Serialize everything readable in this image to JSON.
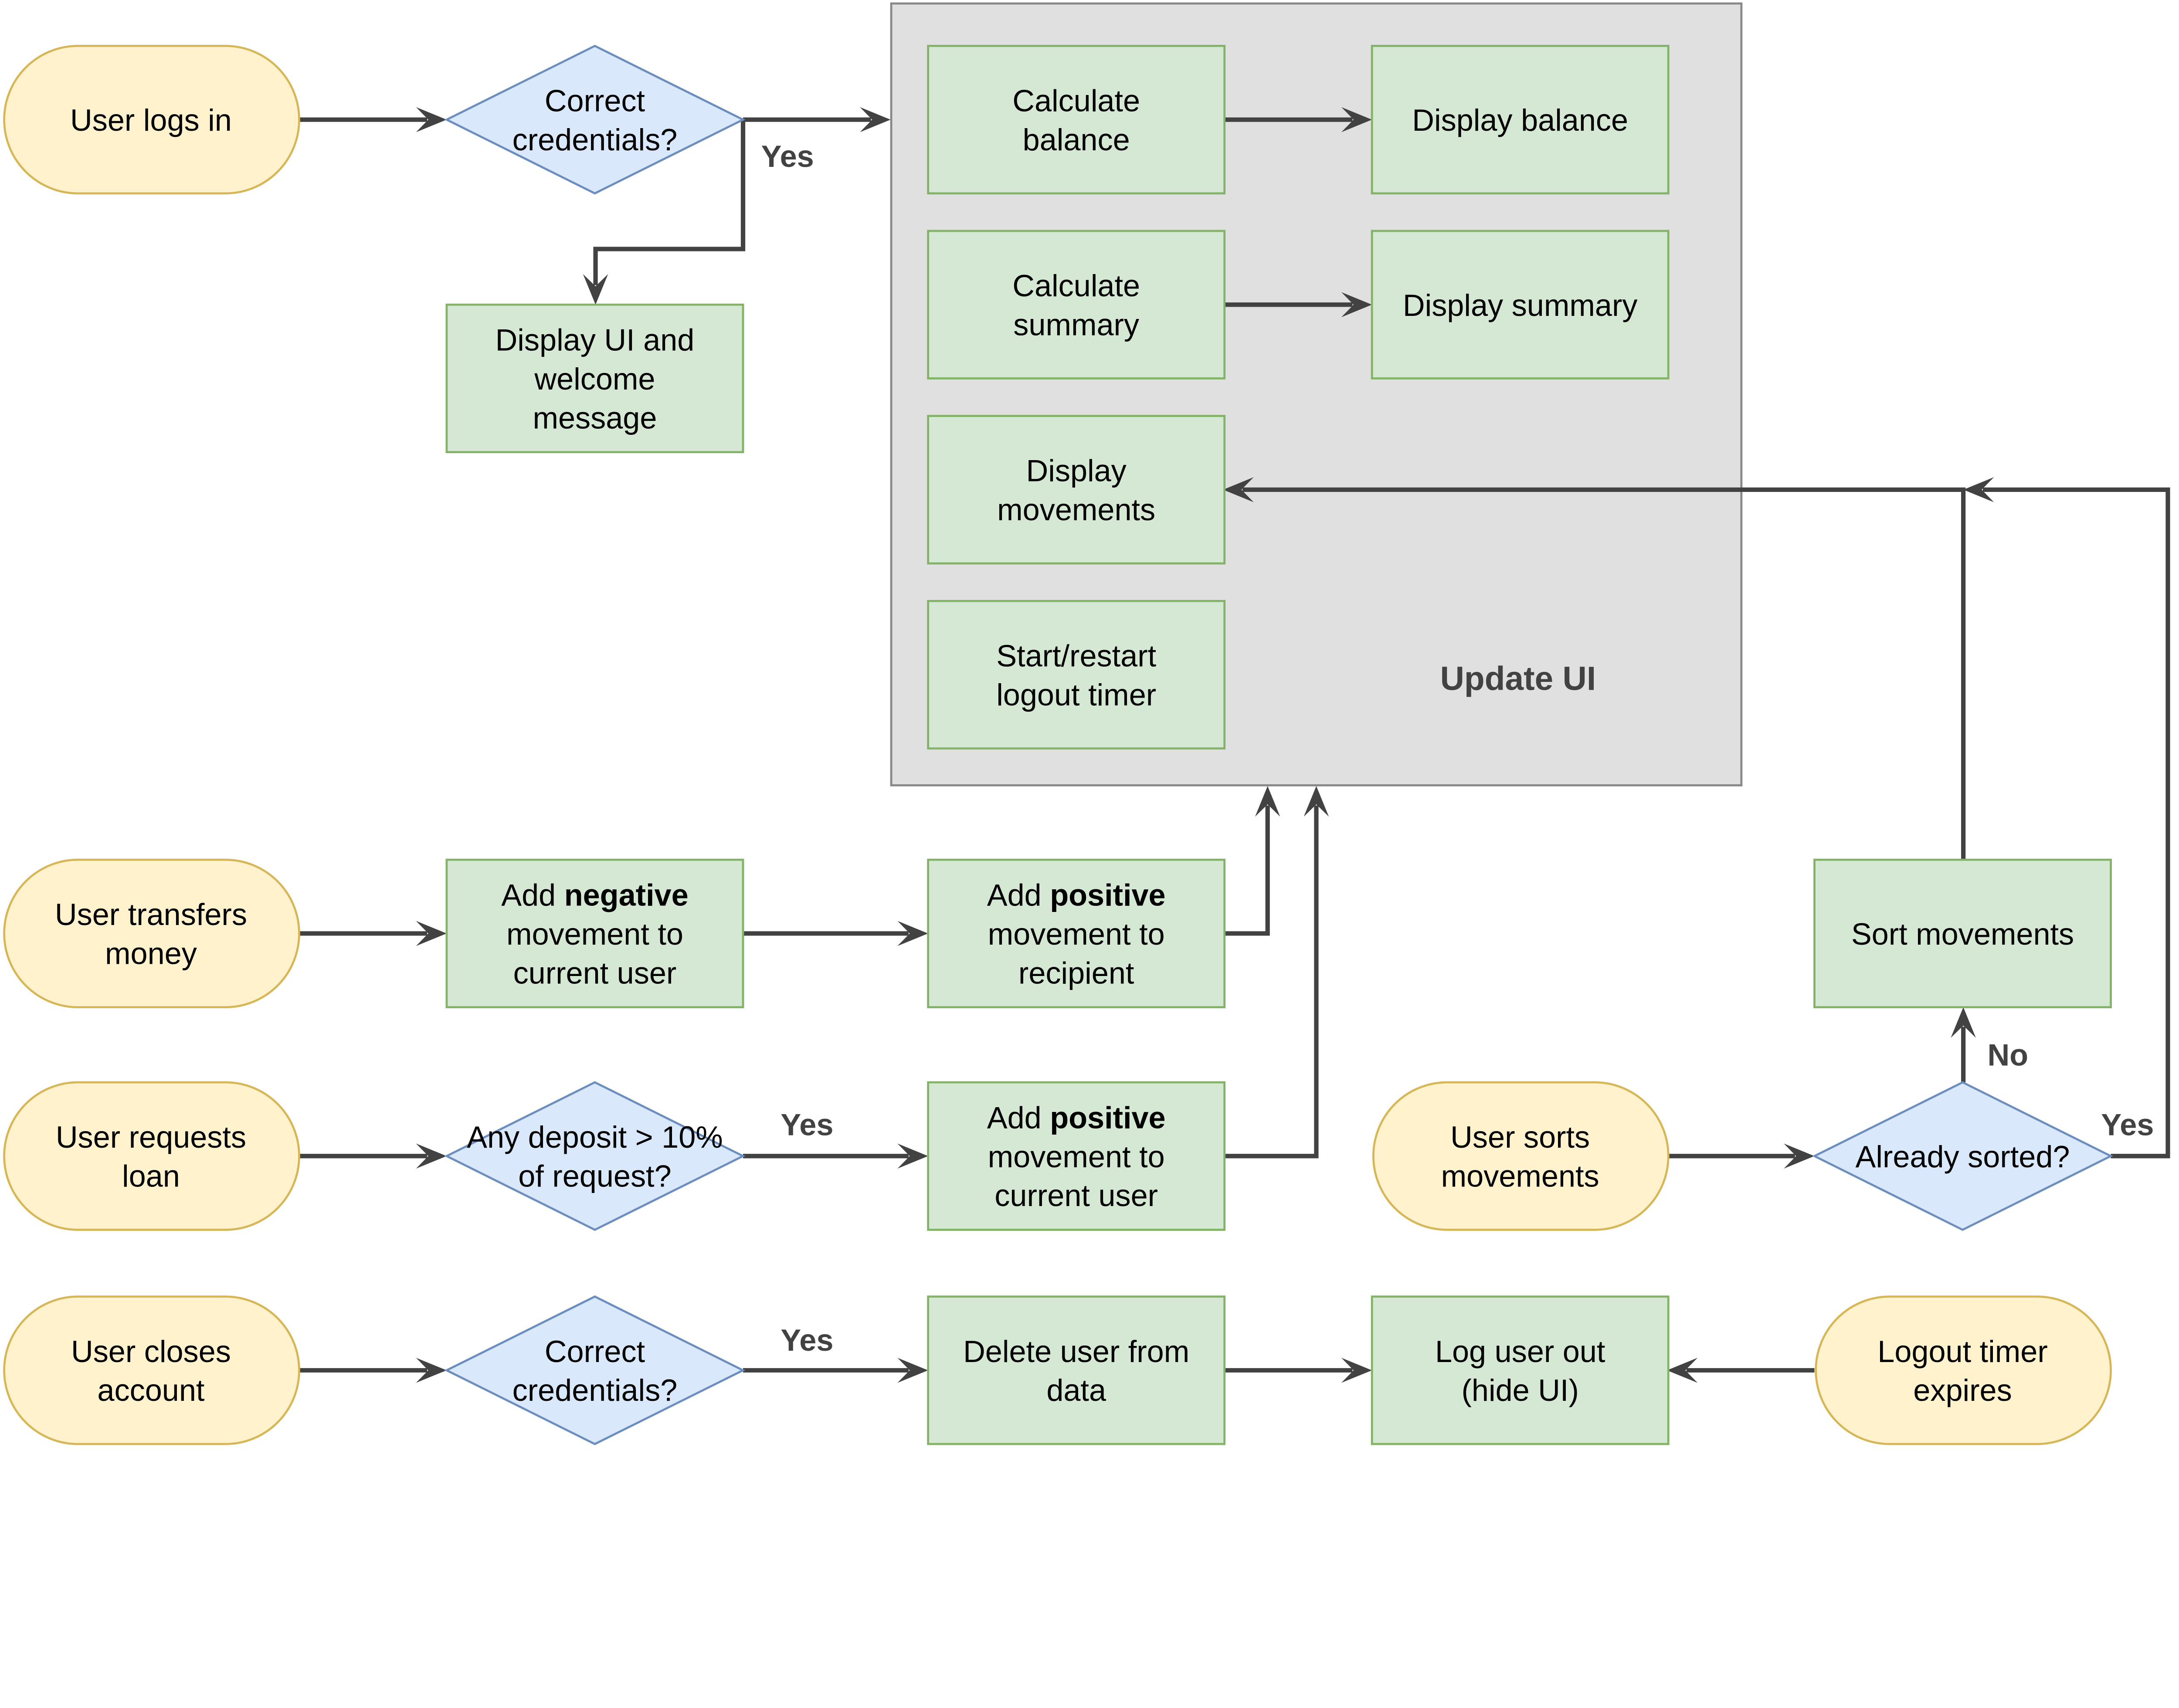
{
  "colors": {
    "terminator_fill": "#fff2cc",
    "terminator_stroke": "#d6b656",
    "decision_fill": "#dae8fc",
    "decision_stroke": "#6c8ebf",
    "process_fill": "#d5e8d4",
    "process_stroke": "#82b366",
    "group_fill": "#e0e0e0",
    "group_stroke": "#888888",
    "edge": "#424242"
  },
  "group": {
    "title": "Update UI"
  },
  "nodes": {
    "user_logs_in": {
      "shape": "terminator",
      "lines": [
        [
          {
            "t": "User logs in"
          }
        ]
      ]
    },
    "correct_credentials_login": {
      "shape": "decision",
      "lines": [
        [
          {
            "t": "Correct"
          }
        ],
        [
          {
            "t": "credentials?"
          }
        ]
      ]
    },
    "display_ui_welcome": {
      "shape": "process",
      "lines": [
        [
          {
            "t": "Display UI and"
          }
        ],
        [
          {
            "t": "welcome"
          }
        ],
        [
          {
            "t": "message"
          }
        ]
      ]
    },
    "calculate_balance": {
      "shape": "process",
      "lines": [
        [
          {
            "t": "Calculate"
          }
        ],
        [
          {
            "t": "balance"
          }
        ]
      ]
    },
    "display_balance": {
      "shape": "process",
      "lines": [
        [
          {
            "t": "Display balance"
          }
        ]
      ]
    },
    "calculate_summary": {
      "shape": "process",
      "lines": [
        [
          {
            "t": "Calculate"
          }
        ],
        [
          {
            "t": "summary"
          }
        ]
      ]
    },
    "display_summary": {
      "shape": "process",
      "lines": [
        [
          {
            "t": "Display summary"
          }
        ]
      ]
    },
    "display_movements": {
      "shape": "process",
      "lines": [
        [
          {
            "t": "Display"
          }
        ],
        [
          {
            "t": "movements"
          }
        ]
      ]
    },
    "start_logout_timer": {
      "shape": "process",
      "lines": [
        [
          {
            "t": "Start/restart"
          }
        ],
        [
          {
            "t": "logout timer"
          }
        ]
      ]
    },
    "user_transfers_money": {
      "shape": "terminator",
      "lines": [
        [
          {
            "t": "User transfers"
          }
        ],
        [
          {
            "t": "money"
          }
        ]
      ]
    },
    "add_negative_current": {
      "shape": "process",
      "lines": [
        [
          {
            "t": "Add "
          },
          {
            "t": "negative",
            "b": true
          }
        ],
        [
          {
            "t": "movement to"
          }
        ],
        [
          {
            "t": "current user"
          }
        ]
      ]
    },
    "add_positive_recipient": {
      "shape": "process",
      "lines": [
        [
          {
            "t": "Add "
          },
          {
            "t": "positive",
            "b": true
          }
        ],
        [
          {
            "t": "movement to"
          }
        ],
        [
          {
            "t": "recipient"
          }
        ]
      ]
    },
    "sort_movements": {
      "shape": "process",
      "lines": [
        [
          {
            "t": "Sort movements"
          }
        ]
      ]
    },
    "user_requests_loan": {
      "shape": "terminator",
      "lines": [
        [
          {
            "t": "User requests"
          }
        ],
        [
          {
            "t": "loan"
          }
        ]
      ]
    },
    "any_deposit": {
      "shape": "decision",
      "lines": [
        [
          {
            "t": "Any deposit > 10%"
          }
        ],
        [
          {
            "t": "of request?"
          }
        ]
      ]
    },
    "add_positive_current": {
      "shape": "process",
      "lines": [
        [
          {
            "t": "Add "
          },
          {
            "t": "positive",
            "b": true
          }
        ],
        [
          {
            "t": "movement to"
          }
        ],
        [
          {
            "t": "current user"
          }
        ]
      ]
    },
    "user_sorts_movements": {
      "shape": "terminator",
      "lines": [
        [
          {
            "t": "User sorts"
          }
        ],
        [
          {
            "t": "movements"
          }
        ]
      ]
    },
    "already_sorted": {
      "shape": "decision",
      "lines": [
        [
          {
            "t": "Already sorted?"
          }
        ]
      ]
    },
    "user_closes_account": {
      "shape": "terminator",
      "lines": [
        [
          {
            "t": "User closes"
          }
        ],
        [
          {
            "t": "account"
          }
        ]
      ]
    },
    "correct_credentials_close": {
      "shape": "decision",
      "lines": [
        [
          {
            "t": "Correct"
          }
        ],
        [
          {
            "t": "credentials?"
          }
        ]
      ]
    },
    "delete_user": {
      "shape": "process",
      "lines": [
        [
          {
            "t": "Delete user from"
          }
        ],
        [
          {
            "t": "data"
          }
        ]
      ]
    },
    "log_user_out": {
      "shape": "process",
      "lines": [
        [
          {
            "t": "Log user out"
          }
        ],
        [
          {
            "t": "(hide UI)"
          }
        ]
      ]
    },
    "logout_timer_expires": {
      "shape": "terminator",
      "lines": [
        [
          {
            "t": "Logout timer"
          }
        ],
        [
          {
            "t": "expires"
          }
        ]
      ]
    }
  },
  "edges": [
    {
      "id": "login-to-credentials",
      "from": "user_logs_in",
      "to": "correct_credentials_login"
    },
    {
      "id": "credentials-to-update-ui",
      "from": "correct_credentials_login",
      "to": "update_ui",
      "label": "Yes"
    },
    {
      "id": "credentials-to-display-ui",
      "from": "correct_credentials_login",
      "to": "display_ui_welcome"
    },
    {
      "id": "calc-balance-to-display",
      "from": "calculate_balance",
      "to": "display_balance"
    },
    {
      "id": "calc-summary-to-display",
      "from": "calculate_summary",
      "to": "display_summary"
    },
    {
      "id": "sort-to-display-movements",
      "from": "sort_movements",
      "to": "display_movements"
    },
    {
      "id": "sorted-yes-to-display-movements",
      "from": "already_sorted",
      "to": "display_movements",
      "label": "Yes"
    },
    {
      "id": "sorted-no-to-sort",
      "from": "already_sorted",
      "to": "sort_movements",
      "label": "No"
    },
    {
      "id": "user-sorts-to-already-sorted",
      "from": "user_sorts_movements",
      "to": "already_sorted"
    },
    {
      "id": "transfer-to-negative",
      "from": "user_transfers_money",
      "to": "add_negative_current"
    },
    {
      "id": "negative-to-positive-recipient",
      "from": "add_negative_current",
      "to": "add_positive_recipient"
    },
    {
      "id": "positive-recipient-to-update-ui",
      "from": "add_positive_recipient",
      "to": "update_ui"
    },
    {
      "id": "loan-to-any-deposit",
      "from": "user_requests_loan",
      "to": "any_deposit"
    },
    {
      "id": "any-deposit-to-positive-current",
      "from": "any_deposit",
      "to": "add_positive_current",
      "label": "Yes"
    },
    {
      "id": "positive-current-to-update-ui",
      "from": "add_positive_current",
      "to": "update_ui"
    },
    {
      "id": "close-to-credentials",
      "from": "user_closes_account",
      "to": "correct_credentials_close"
    },
    {
      "id": "credentials-close-to-delete",
      "from": "correct_credentials_close",
      "to": "delete_user",
      "label": "Yes"
    },
    {
      "id": "delete-to-logout",
      "from": "delete_user",
      "to": "log_user_out"
    },
    {
      "id": "timer-to-logout",
      "from": "logout_timer_expires",
      "to": "log_user_out"
    }
  ]
}
